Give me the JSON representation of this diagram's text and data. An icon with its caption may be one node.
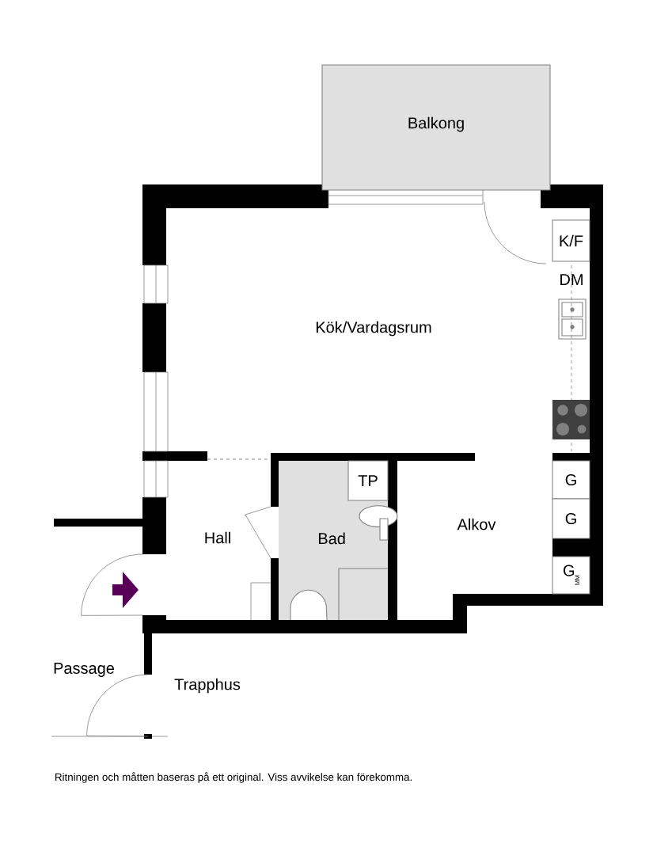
{
  "diagram": {
    "caption": "Ritningen och måtten baseras på ett original. Viss avvikelse kan förekomma.",
    "nodes": [
      {
        "text": [
          "Balkong"
        ]
      },
      {
        "text": [
          "Bad"
        ]
      },
      {
        "text": [
          "TP"
        ],
        "in": 1
      },
      {
        "text": [
          "K/F"
        ]
      },
      {
        "text": [
          "G"
        ]
      },
      {
        "text": [
          "G"
        ]
      },
      {
        "text": [
          "G",
          "MM"
        ]
      }
    ],
    "labels": [
      "Kök/Vardagsrum",
      "DM",
      "Hall",
      "Alkov",
      "Passage",
      "Trapphus"
    ]
  }
}
